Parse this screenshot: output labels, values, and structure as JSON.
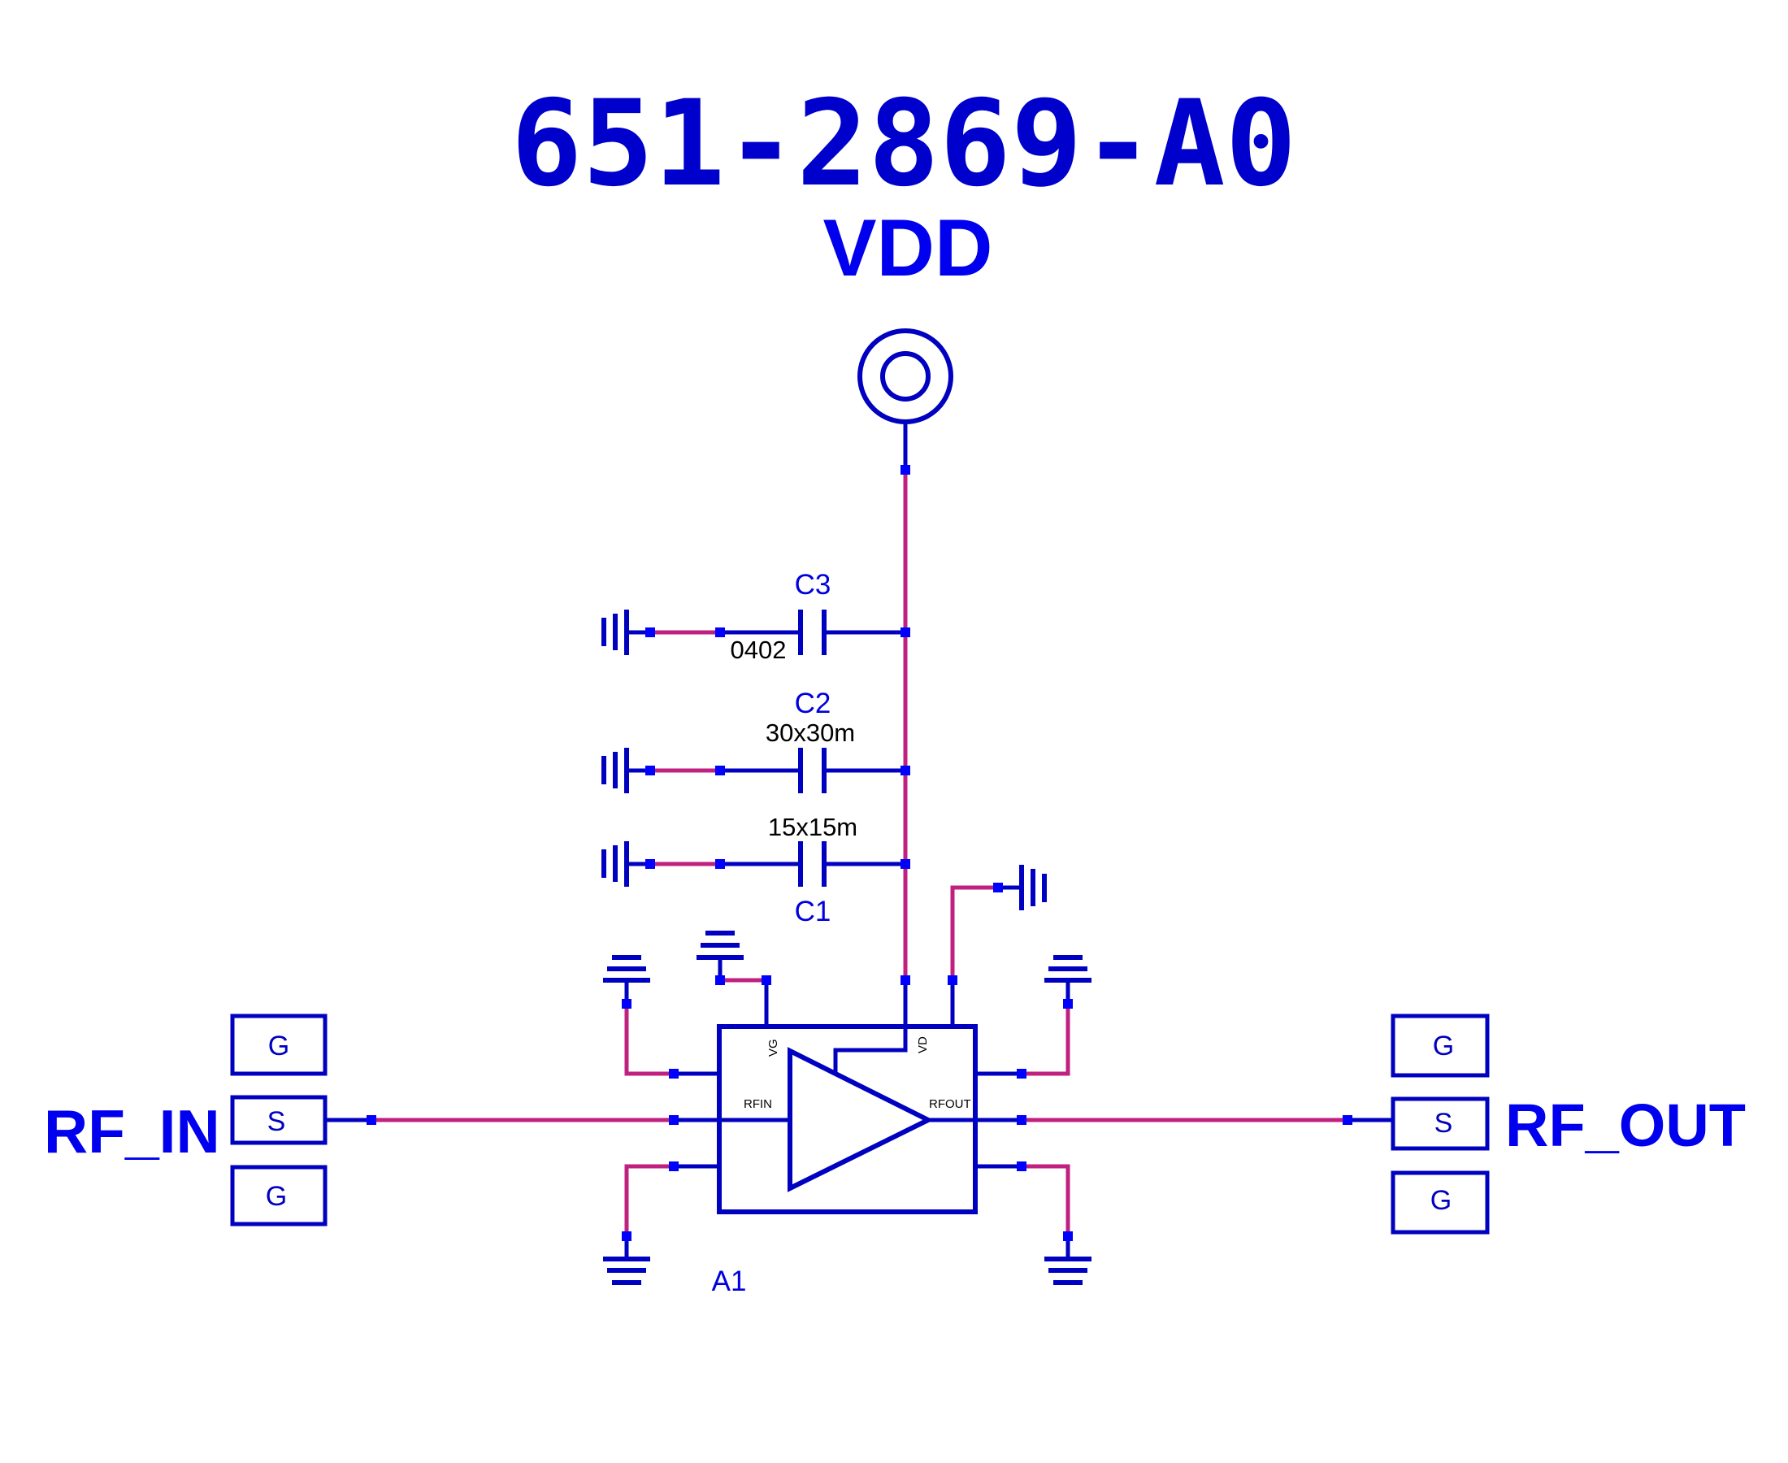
{
  "title": "651-2869-A0",
  "supply": {
    "label": "VDD",
    "port_icon": "coaxial-port-icon"
  },
  "capacitors": [
    {
      "ref": "C3",
      "value": "0402"
    },
    {
      "ref": "C2",
      "value": "30x30m"
    },
    {
      "ref": "C1",
      "value": "15x15m"
    }
  ],
  "amplifier": {
    "ref": "A1",
    "pins": {
      "vg": "VG",
      "vd": "VD",
      "rfin": "RFIN",
      "rfout": "RFOUT"
    },
    "icon": "amplifier-triangle-icon"
  },
  "ports": {
    "input": {
      "label": "RF_IN",
      "pads": [
        "G",
        "S",
        "G"
      ]
    },
    "output": {
      "label": "RF_OUT",
      "pads": [
        "G",
        "S",
        "G"
      ]
    }
  },
  "colors": {
    "component_blue": "#0000c0",
    "net_pink": "#c0207f",
    "node_blue": "#0000ff",
    "title_blue": "#0000cc",
    "value_text": "#000000"
  }
}
